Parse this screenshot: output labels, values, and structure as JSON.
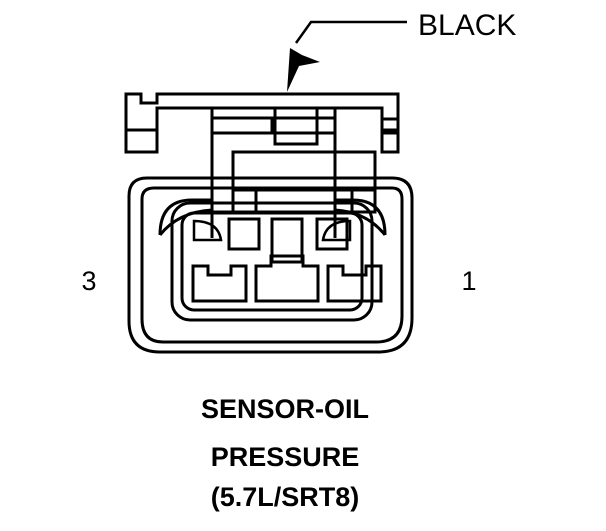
{
  "diagram": {
    "kind": "automotive-connector-pinout",
    "background_color": "#ffffff",
    "line_color": "#000000",
    "annotations": {
      "wire_color_label": "BLACK",
      "leader_description": "arrow pointing to connector top shell"
    },
    "pins": {
      "left_label": "3",
      "right_label": "1"
    },
    "caption": {
      "line1": "SENSOR-OIL",
      "line2": "PRESSURE",
      "line3": "(5.7L/SRT8)"
    }
  }
}
